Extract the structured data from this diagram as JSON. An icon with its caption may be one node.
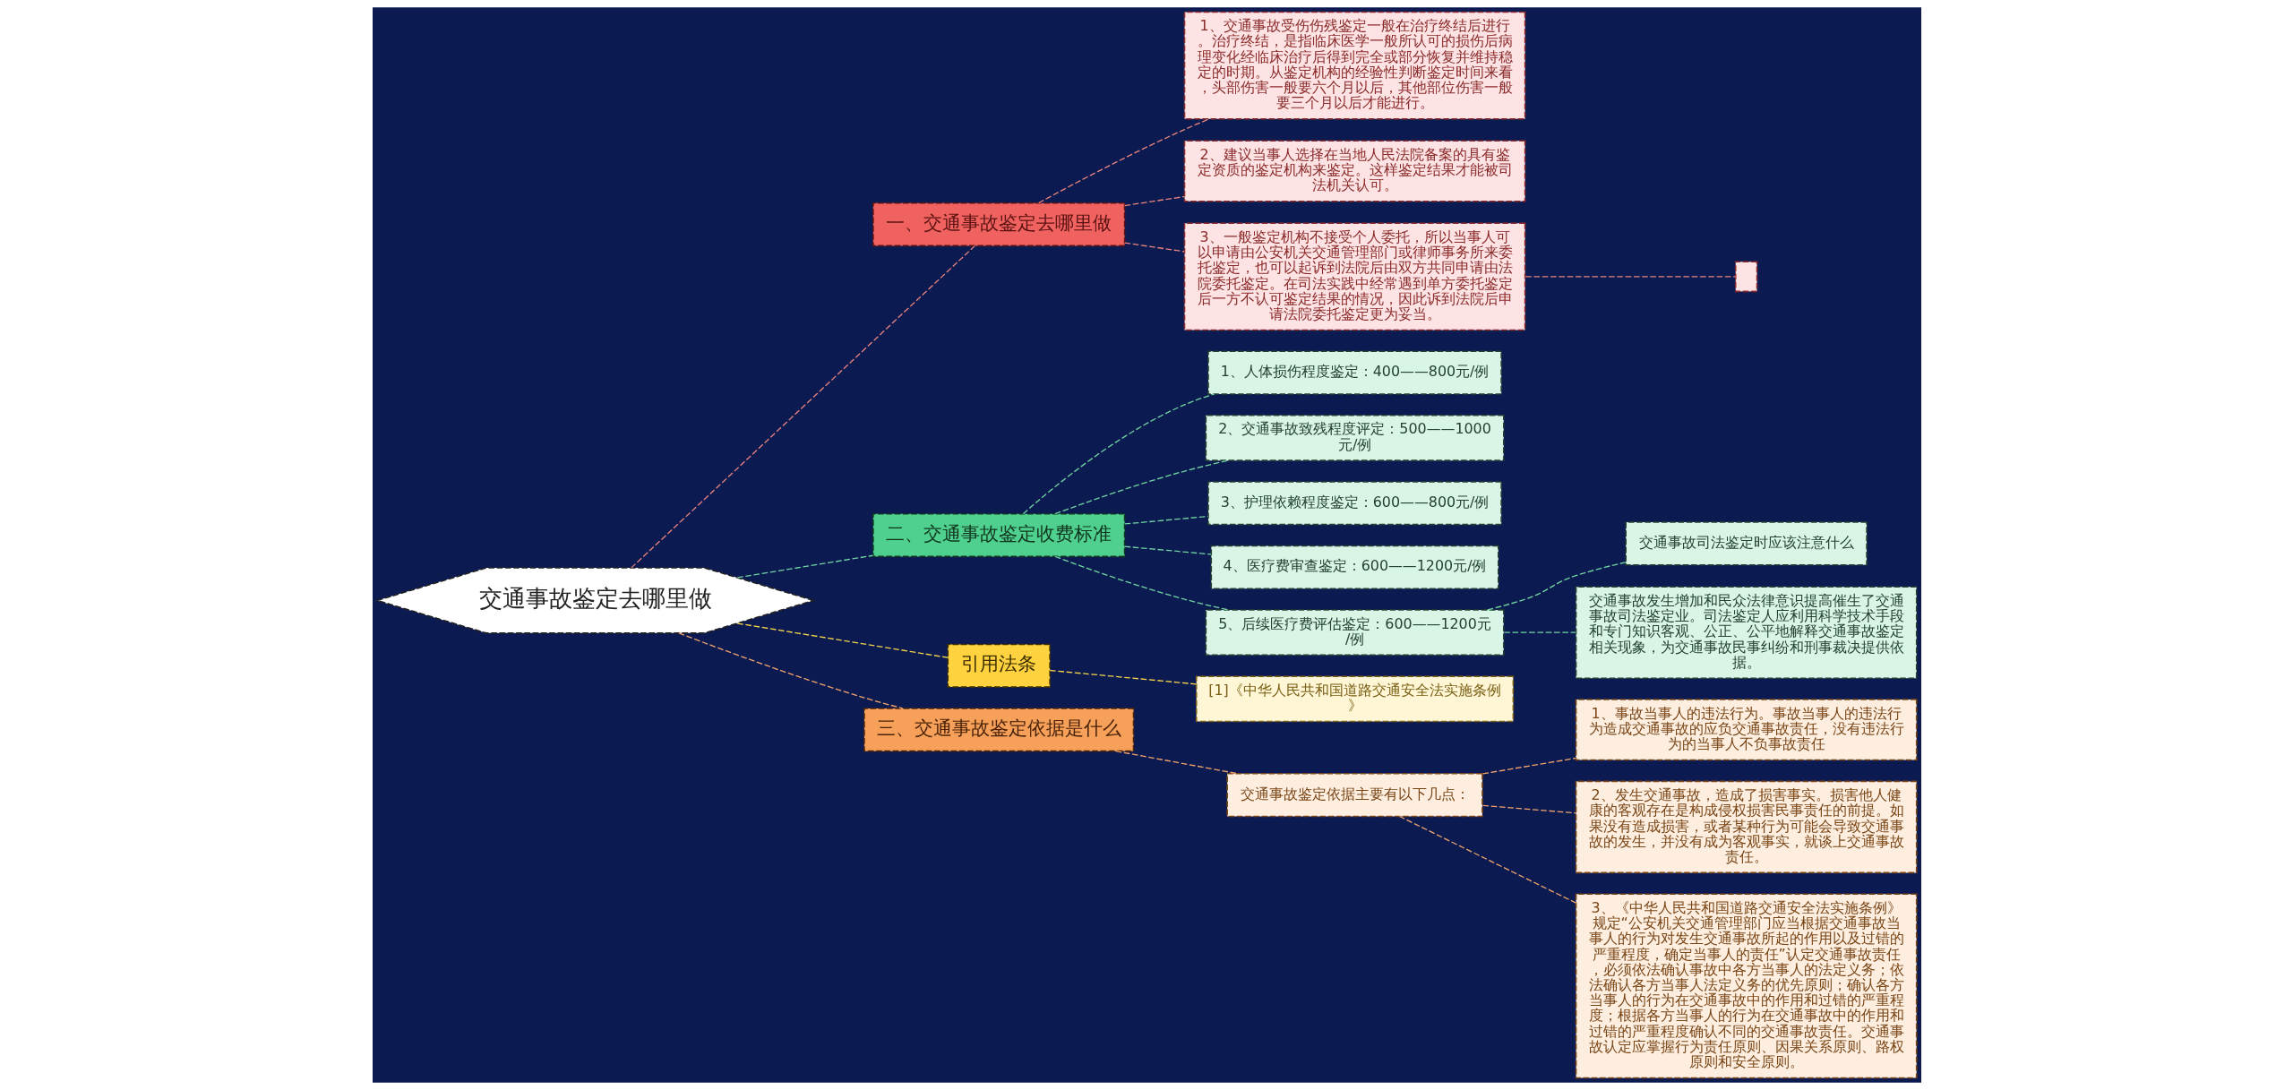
{
  "diagram": {
    "nodes": [
      {
        "text": [
          "交通事故鉴定去哪里做"
        ]
      },
      {
        "text": [
          "一、交通事故鉴定去哪里做"
        ]
      },
      {
        "text": [
          "1、交通事故受伤伤残鉴定一般在治疗终结后进行。治疗终结，是指临床医学一般所认可的损伤后病理变化经临床治疗后得到完全或部分恢复并维持稳定的时期。从鉴定机构的经验性判断鉴定时间来看，头部伤害一般要六个月以后，其他部位伤害一般要三个月以后才能进行。"
        ]
      },
      {
        "text": [
          "2、建议当事人选择在当地人民法院备案的具有鉴定资质的鉴定机构来鉴定。这样鉴定结果才能被司法机关认可。"
        ]
      },
      {
        "text": [
          "3、一般鉴定机构不接受个人委托，所以当事人可以申请由公安机关交通管理部门或律师事务所来委托鉴定，也可以起诉到法院后由双方共同申请由法院委托鉴定。在司法实践中经常遇到单方委托鉴定后一方不认可鉴定结果的情况，因此诉到法院后申请法院委托鉴定更为妥当。"
        ]
      },
      {
        "text": [],
        "shape": "box"
      },
      {
        "text": [
          "二、交通事故鉴定收费标准"
        ]
      },
      {
        "text": [
          "1、人体损伤程度鉴定：400——800元/例"
        ]
      },
      {
        "text": [
          "2、交通事故致残程度评定：500——1000元/例"
        ]
      },
      {
        "text": [
          "3、护理依赖程度鉴定：600——800元/例"
        ]
      },
      {
        "text": [
          "4、医疗费审查鉴定：600——1200元/例"
        ]
      },
      {
        "text": [
          "5、后续医疗费评估鉴定：600——1200元/例"
        ]
      },
      {
        "text": [
          "交通事故司法鉴定时应该注意什么"
        ]
      },
      {
        "text": [
          "交通事故发生增加和民众法律意识提高催生了交通事故司法鉴定业。司法鉴定人应利用科学技术手段和专门知识客观、公正、公平地解释交通事故鉴定相关现象，为交通事故民事纠纷和刑事裁决提供依据。"
        ]
      },
      {
        "text": [
          "引用法条"
        ]
      },
      {
        "text": [
          "[1]《中华人民共和国道路交通安全法实施条例》"
        ]
      },
      {
        "text": [
          "三、交通事故鉴定依据是什么"
        ]
      },
      {
        "text": [
          "交通事故鉴定依据主要有以下几点："
        ]
      },
      {
        "text": [
          "1、事故当事人的违法行为。事故当事人的违法行为造成交通事故的应负交通事故责任，没有违法行为的当事人不负事故责任"
        ]
      },
      {
        "text": [
          "2、发生交通事故，造成了损害事实。损害他人健康的客观存在是构成侵权损害民事责任的前提。如果没有造成损害，或者某种行为可能会导致交通事故的发生，并没有成为客观事实，就谈上交通事故责任。"
        ]
      },
      {
        "text": [
          "3、《中华人民共和国道路交通安全法实施条例》规定“公安机关交通管理部门应当根据交通事故当事人的行为对发生交通事故所起的作用以及过错的严重程度，确定当事人的责任”认定交通事故责任，必须依法确认事故中各方当事人的法定义务；依法确认各方当事人法定义务的优先原则；确认各方当事人的行为在交通事故中的作用和过错的严重程度；根据各方当事人的行为在交通事故中的作用和过错的严重程度确认不同的交通事故责任。交通事故认定应掌握行为责任原则、因果关系原则、路权原则和安全原则。"
        ]
      }
    ],
    "edges": [
      {
        "from": 0,
        "to": 1,
        "arrow": "none",
        "style": "dashed",
        "color": "#e8847c"
      },
      {
        "from": 1,
        "to": 2,
        "arrow": "none",
        "style": "dashed",
        "color": "#e8847c"
      },
      {
        "from": 1,
        "to": 3,
        "arrow": "none",
        "style": "dashed",
        "color": "#e8847c"
      },
      {
        "from": 1,
        "to": 4,
        "arrow": "none",
        "style": "dashed",
        "color": "#e8847c"
      },
      {
        "from": 4,
        "to": 5,
        "arrow": "none",
        "style": "dashed",
        "color": "#e8847c"
      },
      {
        "from": 0,
        "to": 6,
        "arrow": "none",
        "style": "dashed"
      },
      {
        "from": 6,
        "to": 7,
        "arrow": "none",
        "style": "dashed"
      },
      {
        "from": 6,
        "to": 8,
        "arrow": "none",
        "style": "dashed"
      },
      {
        "from": 6,
        "to": 9,
        "arrow": "none",
        "style": "dashed"
      },
      {
        "from": 6,
        "to": 10,
        "arrow": "none",
        "style": "dashed"
      },
      {
        "from": 6,
        "to": 11,
        "arrow": "none",
        "style": "dashed"
      },
      {
        "from": 11,
        "to": 12,
        "arrow": "none",
        "style": "dashed"
      },
      {
        "from": 11,
        "to": 13,
        "arrow": "none",
        "style": "dashed"
      },
      {
        "from": 0,
        "to": 14,
        "arrow": "none",
        "style": "dashed",
        "color": "#f5d34a"
      },
      {
        "from": 14,
        "to": 15,
        "arrow": "none",
        "style": "dashed",
        "color": "#f5d34a"
      },
      {
        "from": 0,
        "to": 16,
        "arrow": "none",
        "style": "dashed",
        "color": "#f0a46c"
      },
      {
        "from": 16,
        "to": 17,
        "arrow": "none",
        "style": "dashed",
        "color": "#f0a46c"
      },
      {
        "from": 17,
        "to": 18,
        "arrow": "none",
        "style": "dashed",
        "color": "#f0a46c"
      },
      {
        "from": 17,
        "to": 19,
        "arrow": "none",
        "style": "dashed",
        "color": "#f0a46c"
      },
      {
        "from": 17,
        "to": 20,
        "arrow": "none",
        "style": "dashed",
        "color": "#f0a46c"
      }
    ]
  }
}
